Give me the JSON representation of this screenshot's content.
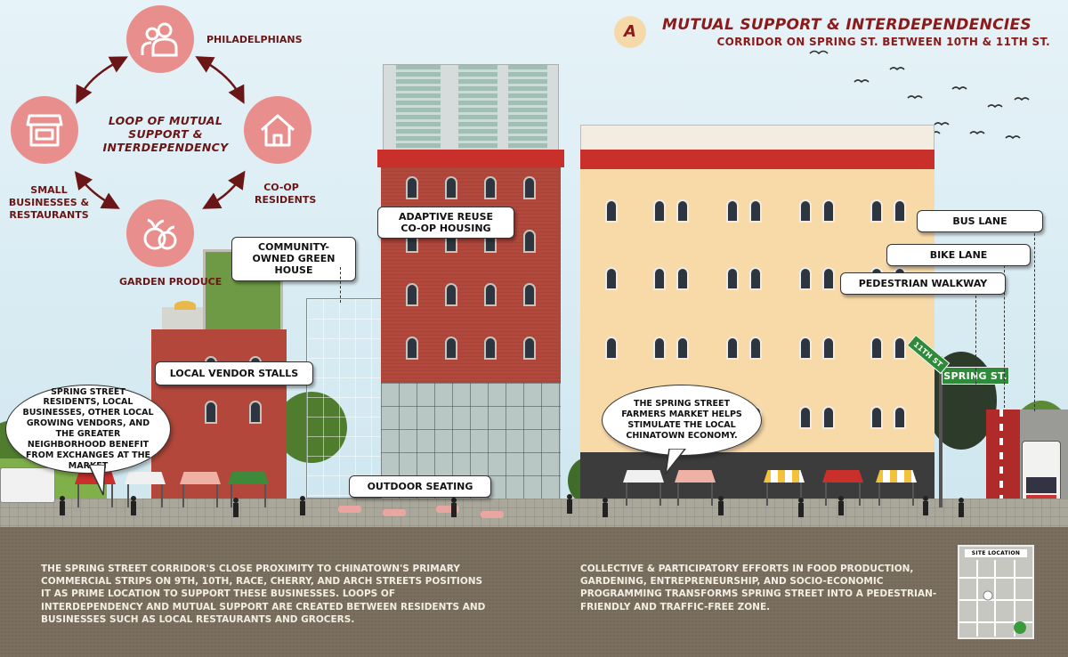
{
  "header": {
    "badge": "A",
    "title": "MUTUAL SUPPORT & INTERDEPENDENCIES",
    "subtitle": "CORRIDOR ON SPRING ST. BETWEEN 10TH & 11TH ST."
  },
  "loop": {
    "center_label": "LOOP OF MUTUAL SUPPORT & INTERDEPENDENCY",
    "nodes": [
      {
        "label": "PHILADELPHIANS",
        "icon": "people-icon"
      },
      {
        "label": "CO-OP RESIDENTS",
        "icon": "house-icon"
      },
      {
        "label": "GARDEN PRODUCE",
        "icon": "vegetables-icon"
      },
      {
        "label": "SMALL BUSINESSES & RESTAURANTS",
        "icon": "storefront-icon"
      }
    ]
  },
  "tags": {
    "green_house": "COMMUNITY-OWNED GREEN HOUSE",
    "adaptive_reuse": "ADAPTIVE REUSE CO-OP HOUSING",
    "vendor_stalls": "LOCAL VENDOR STALLS",
    "outdoor_seating": "OUTDOOR SEATING",
    "bus_lane": "BUS LANE",
    "bike_lane": "BIKE LANE",
    "pedestrian": "PEDESTRIAN WALKWAY"
  },
  "bubbles": {
    "left": "SPRING STREET RESIDENTS, LOCAL BUSINESSES, OTHER LOCAL GROWING VENDORS, AND THE GREATER NEIGHBORHOOD BENEFIT FROM EXCHANGES AT THE MARKET",
    "right": "THE SPRING STREET FARMERS MARKET HELPS STIMULATE THE LOCAL CHINATOWN ECONOMY."
  },
  "signs": {
    "street": "SPRING ST.",
    "cross": "11TH ST"
  },
  "body_text": {
    "left": "THE SPRING STREET CORRIDOR'S CLOSE PROXIMITY TO CHINATOWN'S PRIMARY COMMERCIAL STRIPS ON 9TH, 10TH, RACE, CHERRY, AND ARCH STREETS POSITIONS IT AS PRIME LOCATION TO SUPPORT THESE BUSINESSES. LOOPS OF INTERDEPENDENCY AND MUTUAL SUPPORT ARE CREATED BETWEEN RESIDENTS AND BUSINESSES SUCH AS LOCAL RESTAURANTS AND GROCERS.",
    "right": "COLLECTIVE & PARTICIPATORY EFFORTS IN FOOD PRODUCTION, GARDENING, ENTREPRENEURSHIP, AND SOCIO-ECONOMIC PROGRAMMING TRANSFORMS SPRING STREET INTO A PEDESTRIAN-FRIENDLY AND TRAFFIC-FREE ZONE."
  },
  "site_map": {
    "label": "SITE LOCATION"
  },
  "colors": {
    "accent": "#8b1a1a",
    "circle": "#e88e8c",
    "brick": "#b3473c",
    "cream": "#f8d9a8"
  }
}
